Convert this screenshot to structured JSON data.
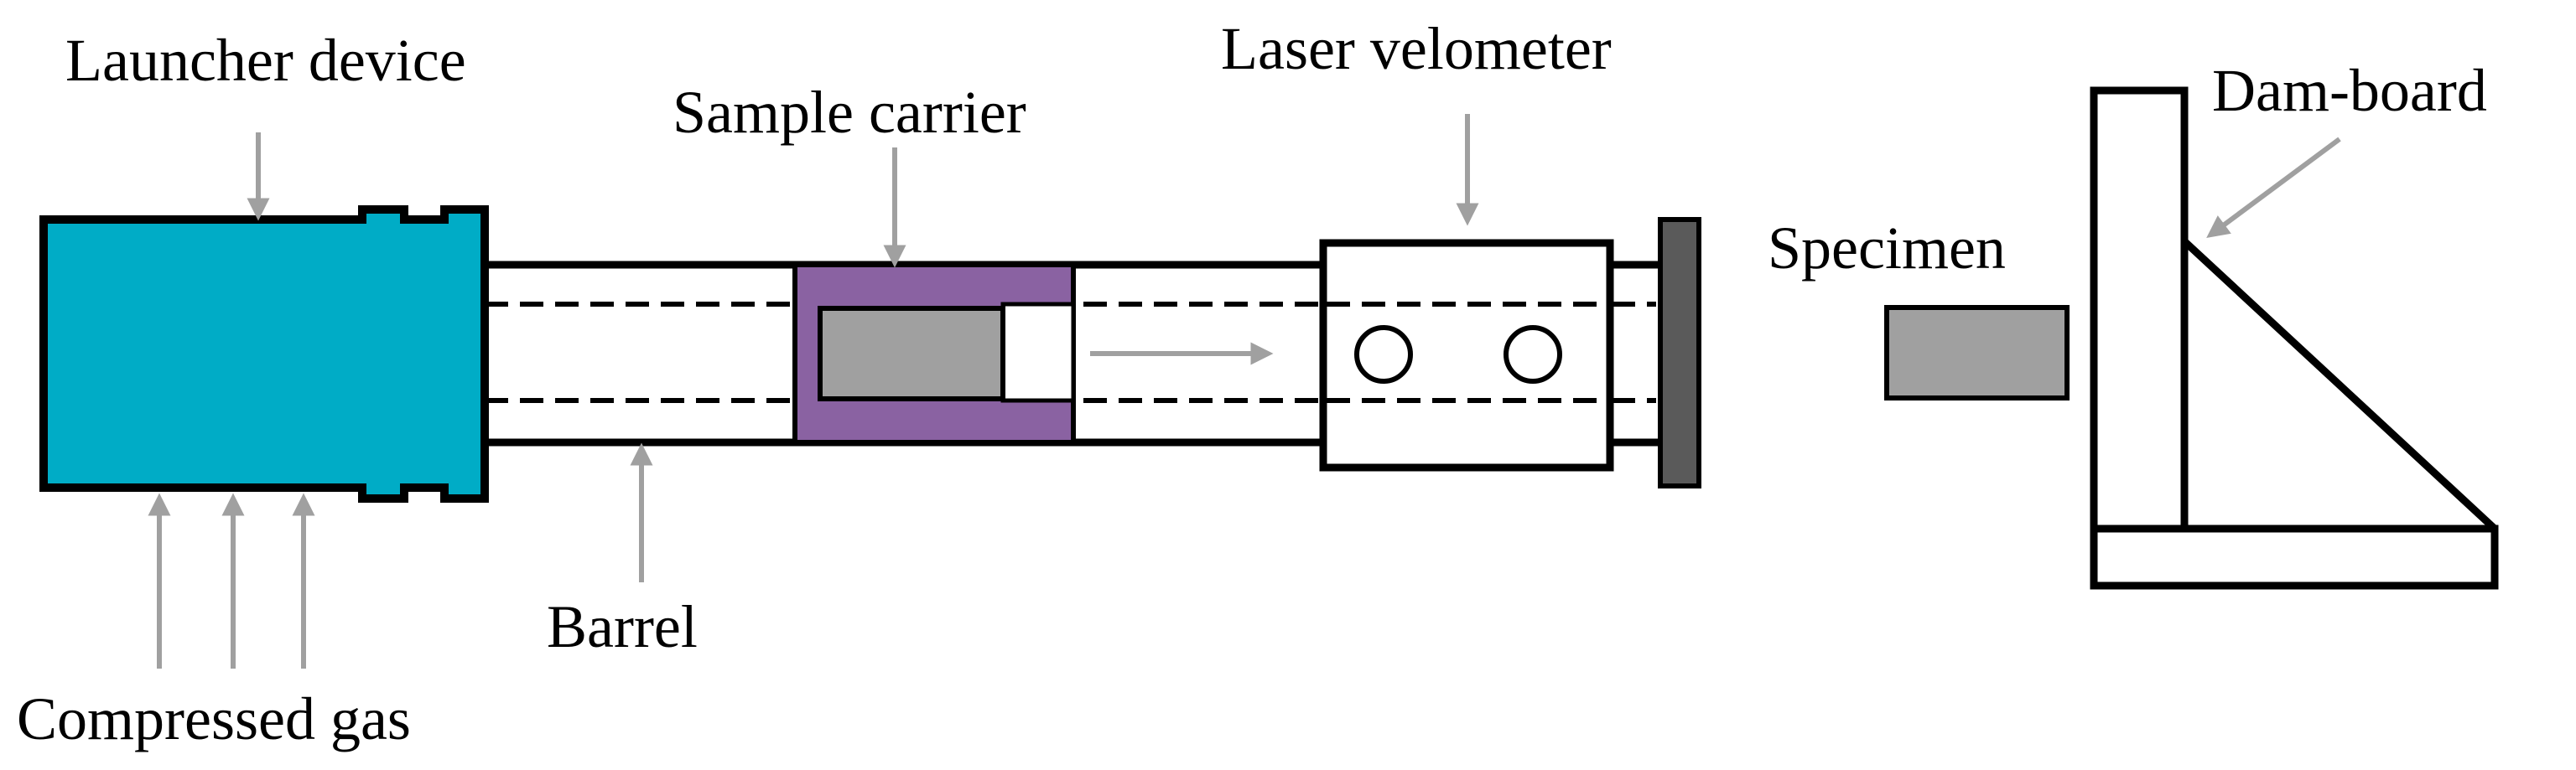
{
  "labels": {
    "launcher_device": "Launcher device",
    "sample_carrier": "Sample carrier",
    "laser_velometer": "Laser velometer",
    "dam_board": "Dam-board",
    "specimen": "Specimen",
    "barrel": "Barrel",
    "compressed_gas": "Compressed gas"
  },
  "colors": {
    "launcher_fill": "#00acc6",
    "carrier_fill": "#8a62a2",
    "sample_fill": "#a0a0a0",
    "endcap_fill": "#5a5a5a",
    "pointer_arrow": "#a0a0a0",
    "outline": "#000000"
  }
}
